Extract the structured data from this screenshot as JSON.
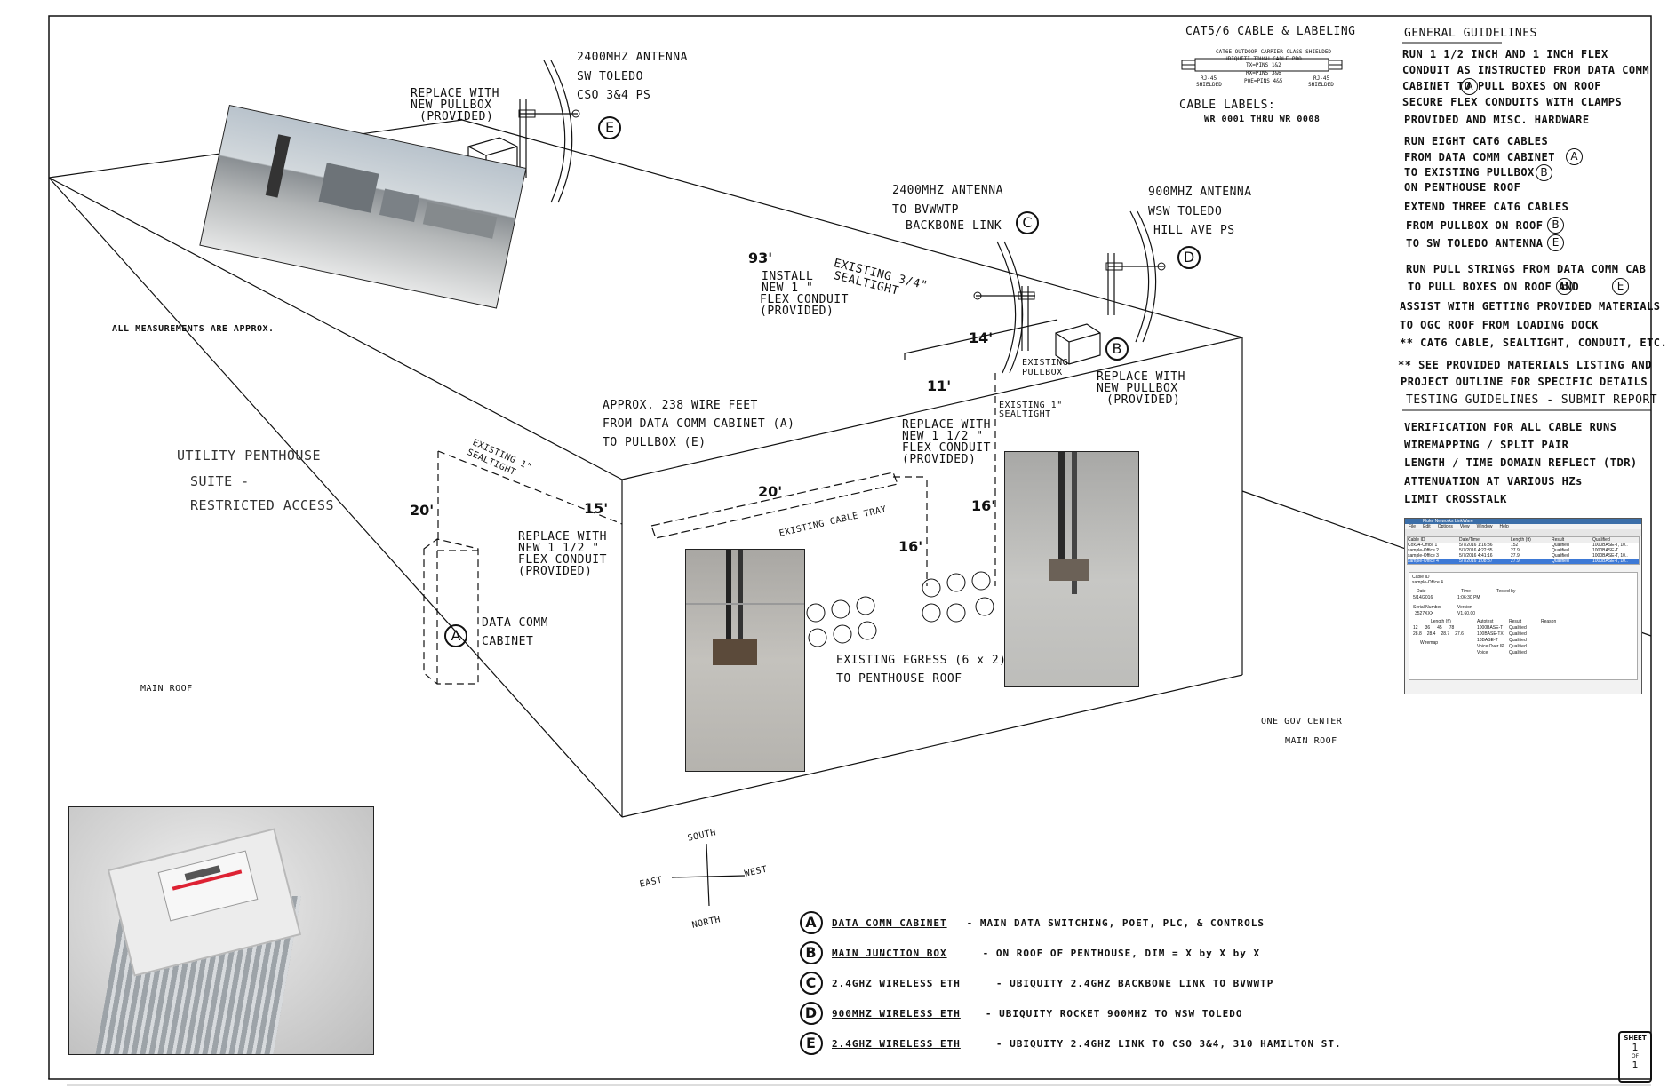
{
  "antenna_e": {
    "lines": [
      "2400MHZ ANTENNA",
      "SW TOLEDO",
      "CSO 3&4 PS"
    ],
    "callout": "E"
  },
  "antenna_c": {
    "lines": [
      "2400MHZ ANTENNA",
      "TO BVWWTP",
      "BACKBONE LINK"
    ],
    "callout": "C"
  },
  "antenna_d": {
    "lines": [
      "900MHZ ANTENNA",
      "WSW TOLEDO",
      "HILL AVE PS"
    ],
    "callout": "D"
  },
  "pullbox_e_note": [
    "REPLACE WITH",
    "NEW PULLBOX",
    "(PROVIDED)"
  ],
  "pullbox_b_note": [
    "REPLACE WITH",
    "NEW PULLBOX",
    "(PROVIDED)"
  ],
  "existing_pullbox": [
    "EXISTING",
    "PULLBOX"
  ],
  "callout_b": "B",
  "callout_a": "A",
  "run_93": "93'",
  "existing_seal_34": [
    "EXISTING 3/4\"",
    "SEALTIGHT"
  ],
  "install_flex": [
    "INSTALL",
    "NEW 1 \"",
    "FLEX CONDUIT",
    "(PROVIDED)"
  ],
  "run_14": "14'",
  "run_11": "11'",
  "existing_seal_1_right": [
    "EXISTING 1\"",
    "SEALTIGHT"
  ],
  "replace_flex_top": [
    "REPLACE WITH",
    "NEW 1 1/2 \"",
    "FLEX CONDUIT",
    "(PROVIDED)"
  ],
  "wire_feet": [
    "APPROX. 238 WIRE FEET",
    "FROM DATA COMM CABINET (A)",
    "TO PULLBOX (E)"
  ],
  "measurements_note": "ALL MEASUREMENTS ARE APPROX.",
  "penthouse": [
    "UTILITY PENTHOUSE",
    "SUITE -",
    "RESTRICTED ACCESS"
  ],
  "existing_seal_1_left": [
    "EXISTING 1\"",
    "SEALTIGHT"
  ],
  "run_20_left": "20'",
  "run_15": "15'",
  "replace_flex_left": [
    "REPLACE WITH",
    "NEW 1 1/2 \"",
    "FLEX CONDUIT",
    "(PROVIDED)"
  ],
  "run_20_tray": "20'",
  "cable_tray": "EXISTING CABLE TRAY",
  "run_16_right": "16'",
  "run_16_left": "16'",
  "data_comm": [
    "DATA COMM",
    "CABINET"
  ],
  "egress": [
    "EXISTING EGRESS (6 x 2)",
    "TO PENTHOUSE ROOF"
  ],
  "main_roof": "MAIN ROOF",
  "gov_center": [
    "ONE GOV CENTER",
    "MAIN ROOF"
  ],
  "compass": {
    "south": "SOUTH",
    "east": "EAST",
    "west": "WEST",
    "north": "NORTH"
  },
  "cable_labeling": {
    "title": "CAT5/6 CABLE & LABELING",
    "cable_spec": "CAT6E OUTDOOR CARRIER CLASS SHIELDED",
    "cable_brand": "UBIQUITI TOUGH CABLE PRO",
    "pins": [
      "TX=PINS 1&2",
      "RX=PINS 3&6",
      "POE=PINS 4&5"
    ],
    "rj_left": [
      "RJ-45",
      "SHIELDED"
    ],
    "rj_right": [
      "RJ-45",
      "SHIELDED"
    ],
    "labels_title": "CABLE LABELS:",
    "labels_range": "WR 0001   THRU   WR 0008"
  },
  "general_guidelines": {
    "title": "GENERAL GUIDELINES",
    "lines": [
      "RUN 1 1/2 INCH AND 1 INCH FLEX",
      "CONDUIT AS INSTRUCTED FROM DATA COMM",
      "CABINET      TO PULL BOXES ON ROOF",
      "SECURE FLEX CONDUITS WITH CLAMPS",
      "PROVIDED AND MISC. HARDWARE",
      "RUN EIGHT CAT6 CABLES",
      "FROM DATA COMM CABINET",
      "TO EXISTING PULLBOX",
      "ON PENTHOUSE ROOF",
      "EXTEND THREE CAT6 CABLES",
      "FROM PULLBOX ON ROOF",
      "TO SW TOLEDO ANTENNA",
      "RUN PULL STRINGS FROM DATA COMM CAB",
      "TO PULL BOXES ON ROOF      AND",
      "ASSIST WITH GETTING PROVIDED MATERIALS",
      "TO OGC ROOF FROM LOADING DOCK",
      "** CAT6 CABLE, SEALTIGHT, CONDUIT, ETC.",
      "** SEE PROVIDED MATERIALS LISTING AND",
      "PROJECT OUTLINE FOR SPECIFIC DETAILS"
    ]
  },
  "testing_guidelines": {
    "title": "TESTING GUIDELINES - SUBMIT REPORT",
    "lines": [
      "VERIFICATION FOR ALL CABLE RUNS",
      "WIREMAPPING / SPLIT PAIR",
      "LENGTH / TIME DOMAIN REFLECT (TDR)",
      "ATTENUATION AT VARIOUS HZs",
      "LIMIT CROSSTALK"
    ]
  },
  "legend": [
    {
      "letter": "A",
      "name": "DATA COMM CABINET",
      "desc": "- MAIN DATA SWITCHING, POET, PLC, & CONTROLS"
    },
    {
      "letter": "B",
      "name": "MAIN JUNCTION BOX",
      "desc": "- ON ROOF OF PENTHOUSE, DIM = X by X by X"
    },
    {
      "letter": "C",
      "name": "2.4GHZ WIRELESS ETH",
      "desc": "- UBIQUITY 2.4GHZ BACKBONE LINK TO BVWWTP"
    },
    {
      "letter": "D",
      "name": "900MHZ WIRELESS ETH",
      "desc": "- UBIQUITY ROCKET 900MHZ TO WSW TOLEDO"
    },
    {
      "letter": "E",
      "name": "2.4GHZ WIRELESS ETH",
      "desc": "- UBIQUITY 2.4GHZ LINK TO CSO 3&4, 310 HAMILTON ST."
    }
  ],
  "sheet": {
    "label": "SHEET",
    "num": "1",
    "of": "OF",
    "total": "1"
  },
  "tester_report": {
    "title": "Fluke Networks LinkWare",
    "menu": [
      "File",
      "Edit",
      "Options",
      "View",
      "Window",
      "Help"
    ],
    "columns": [
      "Cable ID",
      "Date/Time",
      "Length (ft)",
      "Result",
      "Qualified"
    ],
    "rows": [
      [
        "Cox34-Office 1",
        "5/7/2016 1:16:36",
        "152",
        "Qualified",
        "1000BASE-T, 10.."
      ],
      [
        "sample-Office 2",
        "5/7/2016 4:22:35",
        "27.9",
        "Qualified",
        "1000BASE-T"
      ],
      [
        "sample-Office 3",
        "5/7/2016 4:41:16",
        "27.9",
        "Qualified",
        "1000BASE-T, 10.."
      ],
      [
        "sample-Office 4",
        "5/7/2016 1:08:37",
        "27.9",
        "Qualified",
        "1000BASE-T, 10.."
      ]
    ],
    "detail": {
      "cable_id_label": "Cable ID",
      "cable_id": "sample-Office 4",
      "date_label": "Date",
      "date": "5/14/2016",
      "time_label": "Time",
      "time": "1:06:30 PM",
      "tested_by": "Tested by",
      "serial_label": "Serial Number",
      "serial": "3527XXX",
      "version_label": "Version",
      "version": "V1.60.00",
      "length_label": "Length (ft)",
      "lengths": [
        "12",
        "36",
        "45",
        "78"
      ],
      "lengths2": [
        "28.8",
        "28.4",
        "28.7",
        "27.6"
      ],
      "wiremap": "Wiremap",
      "autotest": "Autotest",
      "result": "Result",
      "reason": "Reason"
    },
    "apps": [
      [
        "1000BASE-T",
        "Qualified"
      ],
      [
        "100BASE-TX",
        "Qualified"
      ],
      [
        "10BASE-T",
        "Qualified"
      ],
      [
        "Voice Over IP",
        "Qualified"
      ],
      [
        "Voice",
        "Qualified"
      ]
    ]
  }
}
